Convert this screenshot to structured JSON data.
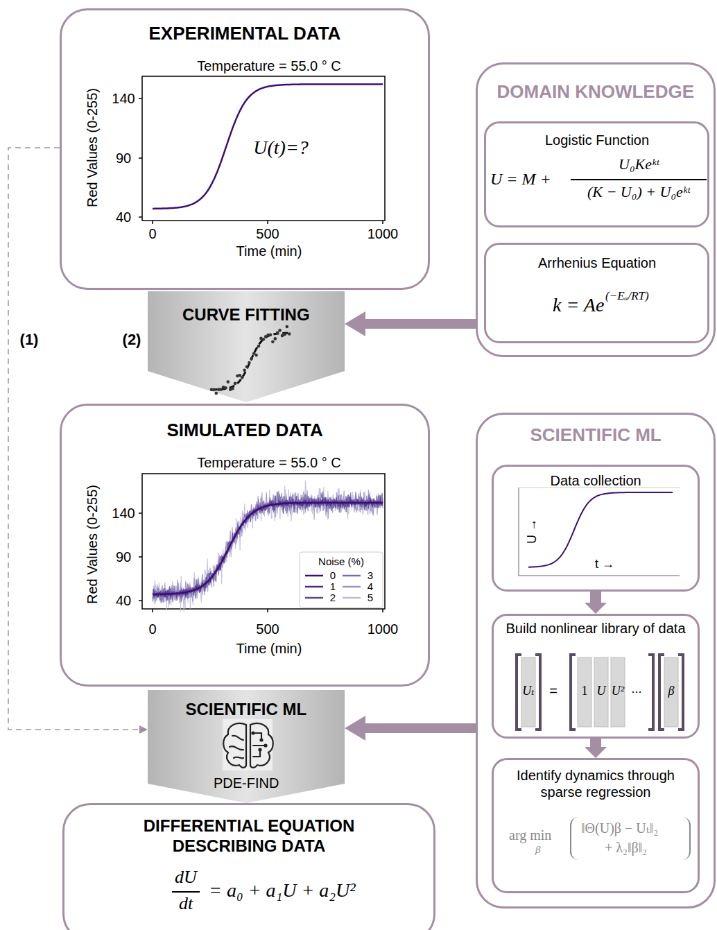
{
  "diagram": {
    "nodes": [
      {
        "text": [
          "EXPERIMENTAL DATA"
        ]
      },
      {
        "text": [
          "CURVE FITTING"
        ]
      },
      {
        "text": [
          "SIMULATED DATA"
        ]
      },
      {
        "text": [
          "SCIENTIFIC ML",
          "PDE-FIND"
        ]
      },
      {
        "text": [
          "DIFFERENTIAL EQUATION DESCRIBING DATA",
          "dU",
          "dt",
          "= a₀ + a₁U + a₂U²"
        ]
      },
      {
        "text": [
          "DOMAIN KNOWLEDGE"
        ]
      },
      {
        "text": [
          "Logistic Function",
          "U = M +",
          "U₀Keᵏᵗ",
          "(K − U₀) + U₀eᵏᵗ"
        ],
        "in": 5
      },
      {
        "text": [
          "Arrhenius Equation",
          "k = Ae",
          "(−Eₐ/RT)"
        ],
        "in": 5
      },
      {
        "text": [
          "SCIENTIFIC ML"
        ]
      },
      {
        "text": [
          "Data collection"
        ],
        "in": 8
      },
      {
        "text": [
          "Build nonlinear library of data"
        ],
        "in": 8
      },
      {
        "text": [
          "Identify dynamics through sparse regression",
          "arg min",
          "β",
          "‖Θ(U)β − Uₜ‖₂",
          "+ λ₂‖β‖₂"
        ],
        "in": 8
      }
    ],
    "edges": [
      {
        "from": 0,
        "to": 3,
        "arrow": "to"
      },
      {
        "from": 5,
        "to": 1,
        "arrow": "to"
      },
      {
        "from": 8,
        "to": 3,
        "arrow": "to"
      },
      {
        "from": 9,
        "to": 10,
        "arrow": "to"
      },
      {
        "from": 10,
        "to": 11,
        "arrow": "to"
      }
    ],
    "labels": [
      "(1)",
      "(2)",
      "Temperature = 55.0 ° C",
      "Red Values (0-255)",
      "140",
      "90",
      "40",
      "0",
      "500",
      "1000",
      "Time (min)",
      "U(t)=?",
      "Temperature = 55.0 ° C",
      "Red Values (0-255)",
      "140",
      "90",
      "40",
      "0",
      "500",
      "1000",
      "Time (min)",
      "Noise (%)",
      "U →",
      "t →",
      "Uₜ",
      "=",
      "1",
      "U",
      "U²",
      "...",
      "β"
    ],
    "legend": [
      {
        "text": "0"
      },
      {
        "text": "1"
      },
      {
        "text": "2"
      },
      {
        "text": "3"
      },
      {
        "text": "4"
      },
      {
        "text": "5"
      }
    ]
  }
}
